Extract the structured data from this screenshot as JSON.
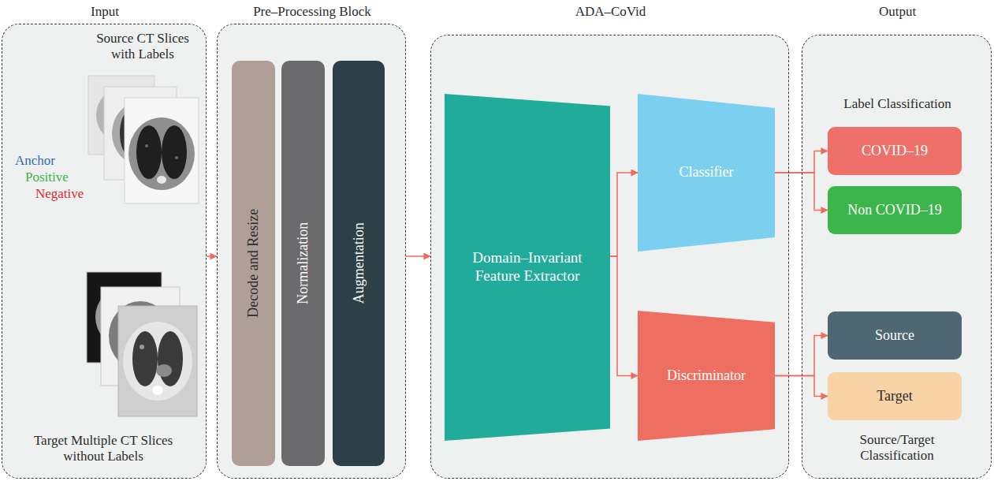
{
  "diagram": {
    "nodes": [
      {
        "text": [
          "Input",
          "Source CT Slices with Labels",
          "Anchor",
          "Positive",
          "Negative",
          "Target Multiple CT Slices without Labels"
        ]
      },
      {
        "text": [
          "Pre–Processing Block"
        ]
      },
      {
        "text": [
          "Decode and Resize"
        ],
        "in": 1
      },
      {
        "text": [
          "Normalization"
        ],
        "in": 1
      },
      {
        "text": [
          "Augmentation"
        ],
        "in": 1
      },
      {
        "text": [
          "ADA–CoVid"
        ]
      },
      {
        "text": [
          "Domain–Invariant Feature Extractor"
        ],
        "in": 5
      },
      {
        "text": [
          "Classifier"
        ],
        "in": 5
      },
      {
        "text": [
          "Discriminator"
        ],
        "in": 5
      },
      {
        "text": [
          "Output",
          "Label Classification",
          "Source/Target Classification"
        ]
      },
      {
        "text": [
          "COVID–19"
        ],
        "in": 9
      },
      {
        "text": [
          "Non COVID–19"
        ],
        "in": 9
      },
      {
        "text": [
          "Source"
        ],
        "in": 9
      },
      {
        "text": [
          "Target"
        ],
        "in": 9
      }
    ],
    "edges": [
      {
        "from": 0,
        "to": 1,
        "arrow": "to"
      },
      {
        "from": 1,
        "to": 5,
        "arrow": "to"
      },
      {
        "from": 6,
        "to": 7,
        "arrow": "to"
      },
      {
        "from": 6,
        "to": 8,
        "arrow": "to"
      },
      {
        "from": 7,
        "to": 10,
        "arrow": "to"
      },
      {
        "from": 7,
        "to": 11,
        "arrow": "to"
      },
      {
        "from": 8,
        "to": 12,
        "arrow": "to"
      },
      {
        "from": 8,
        "to": 13,
        "arrow": "to"
      }
    ]
  }
}
